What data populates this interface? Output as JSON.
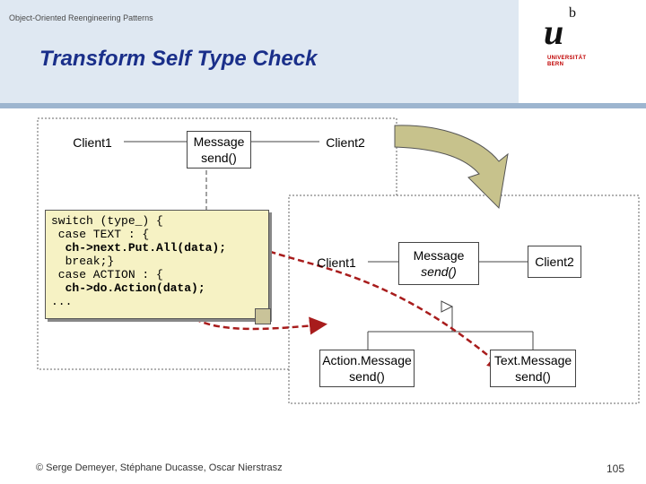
{
  "header": {
    "caption": "Object-Oriented Reengineering Patterns",
    "title": "Transform Self Type Check",
    "logo": {
      "letter": "u",
      "superscript": "b",
      "lines": [
        "UNIVERSITÄT",
        "BERN"
      ]
    }
  },
  "diagram": {
    "before": {
      "client1": "Client1",
      "message_name": "Message",
      "message_op": "send()",
      "client2": "Client2",
      "code_lines": [
        "switch (type_) {",
        " case TEXT : {",
        "  ch->next.Put.All(data);",
        "  break;}",
        " case ACTION : {",
        "  ch->do.Action(data);",
        "..."
      ]
    },
    "after": {
      "client1": "Client1",
      "message_name": "Message",
      "message_op": "send()",
      "client2": "Client2",
      "action_name": "Action.Message",
      "action_op": "send()",
      "text_name": "Text.Message",
      "text_op": "send()"
    }
  },
  "footer": {
    "copyright": "© Serge Demeyer, Stéphane Ducasse, Oscar Nierstrasz",
    "page": "105"
  },
  "colors": {
    "title": "#1a2f8a",
    "arrow": "#a81c1c",
    "code_bg": "#f6f2c4",
    "curved_arrow": "#c7c28c"
  }
}
